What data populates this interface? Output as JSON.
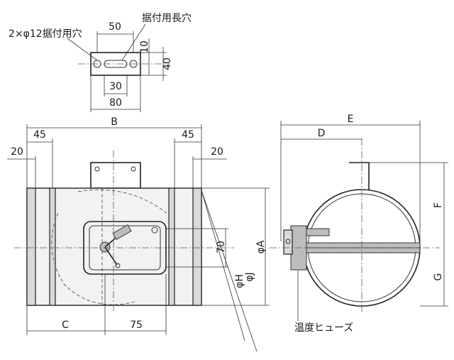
{
  "labels": {
    "bracket_slots": "2×φ12据付用穴",
    "bracket_long_hole": "据付用長穴",
    "dim_50": "50",
    "dim_10": "10",
    "dim_40": "40",
    "dim_30": "30",
    "dim_80": "80",
    "dim_B": "B",
    "dim_45_left": "45",
    "dim_45_right": "45",
    "dim_20_left": "20",
    "dim_20_right": "20",
    "dim_70": "70",
    "dim_phiH": "φH",
    "dim_phiJ": "φJ",
    "dim_phiA": "φA",
    "dim_C": "C",
    "dim_75": "75",
    "dim_E": "E",
    "dim_D": "D",
    "dim_F": "F",
    "dim_G": "G",
    "fuse_label": "温度ヒューズ"
  }
}
